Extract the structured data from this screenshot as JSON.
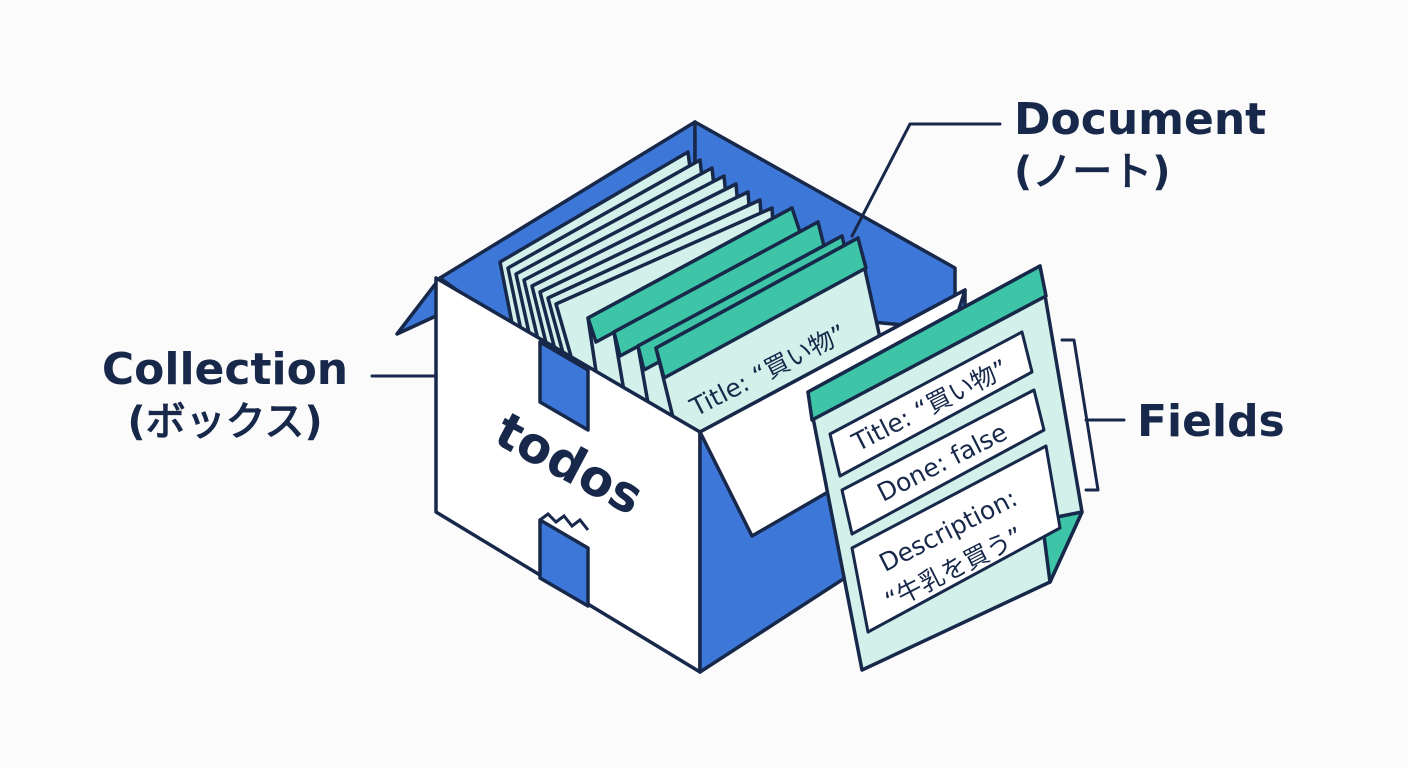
{
  "labels": {
    "document": {
      "title": "Document",
      "subtitle": "(ノート)"
    },
    "collection": {
      "title": "Collection",
      "subtitle": "(ボックス)"
    },
    "fields": {
      "title": "Fields"
    }
  },
  "box": {
    "name": "todos"
  },
  "front_document": {
    "title": "Title: “買い物”"
  },
  "fields_card": {
    "field_1": "Title: “買い物”",
    "field_2": "Done: false",
    "field_3_line_1": "Description:",
    "field_3_line_2": "“牛乳を買う”"
  },
  "colors": {
    "outline": "#17284a",
    "box_blue": "#3d78d8",
    "box_face": "#ffffff",
    "note_light": "#d3f1ea",
    "note_teal": "#3ec4a6",
    "background": "#fbfbfc"
  }
}
